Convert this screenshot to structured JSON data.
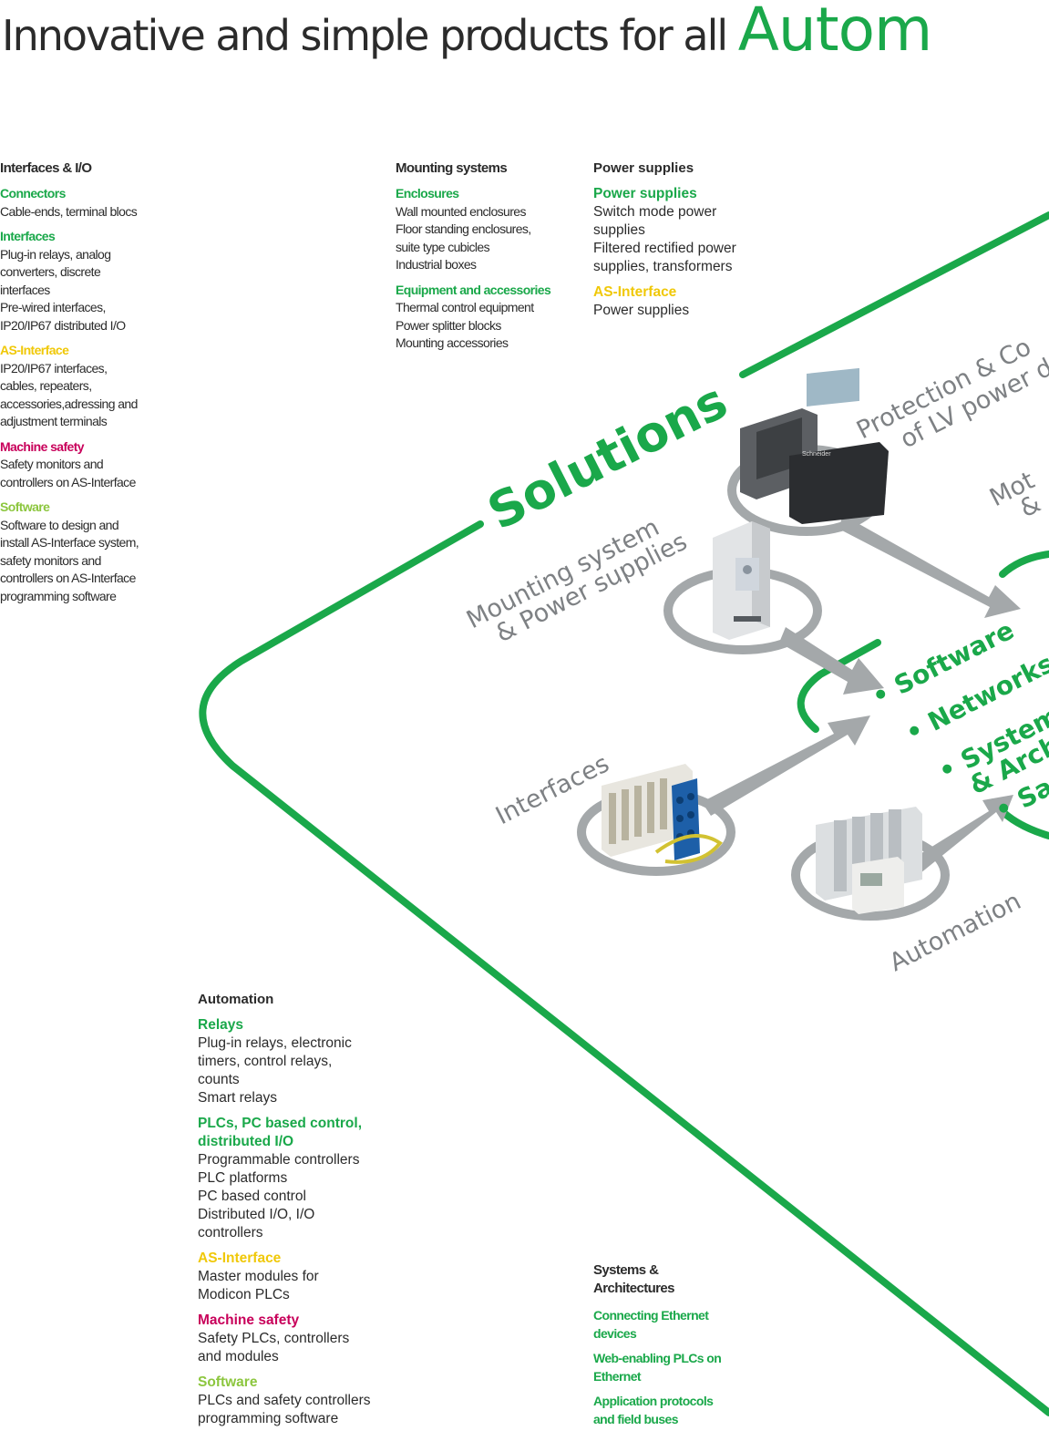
{
  "headline": {
    "text": "Innovative and simple products for all",
    "accent": "Autom"
  },
  "colors": {
    "green": "#1aa84a",
    "yellow": "#f0c808",
    "pink": "#c8005a",
    "lime": "#8cc63e",
    "grey": "#a4a8aa"
  },
  "columns": {
    "interfaces": {
      "title": "Interfaces & I/O",
      "groups": [
        {
          "title": "Connectors",
          "color": "green",
          "lines": [
            "Cable-ends, terminal blocs"
          ]
        },
        {
          "title": "Interfaces",
          "color": "green",
          "lines": [
            "Plug-in relays, analog",
            "converters, discrete",
            "interfaces",
            "Pre-wired interfaces,",
            "IP20/IP67 distributed I/O"
          ]
        },
        {
          "title": "AS-Interface",
          "color": "yellow",
          "lines": [
            "IP20/IP67 interfaces,",
            "cables, repeaters,",
            "accessories,adressing and",
            "adjustment terminals"
          ]
        },
        {
          "title": "Machine safety",
          "color": "pink",
          "lines": [
            "Safety monitors and",
            "controllers on AS-Interface"
          ]
        },
        {
          "title": "Software",
          "color": "lime",
          "lines": [
            "Software to design and",
            "install AS-Interface system,",
            "safety monitors and",
            "controllers on AS-Interface",
            "programming software"
          ]
        }
      ]
    },
    "mounting": {
      "title": "Mounting systems",
      "groups": [
        {
          "title": "Enclosures",
          "color": "green",
          "lines": [
            "Wall mounted enclosures",
            "Floor standing enclosures,",
            "suite type cubicles",
            "Industrial boxes"
          ]
        },
        {
          "title": "Equipment and accessories",
          "color": "green",
          "lines": [
            "Thermal control equipment",
            "Power splitter blocks",
            "Mounting accessories"
          ]
        }
      ]
    },
    "power": {
      "title": "Power supplies",
      "groups": [
        {
          "title": "Power supplies",
          "color": "green",
          "lines": [
            "Switch mode power",
            "supplies",
            "Filtered rectified power",
            "supplies, transformers"
          ]
        },
        {
          "title": "AS-Interface",
          "color": "yellow",
          "lines": [
            "Power supplies"
          ]
        }
      ]
    },
    "automation": {
      "title": "Automation",
      "groups": [
        {
          "title": "Relays",
          "color": "green",
          "lines": [
            "Plug-in relays, electronic",
            "timers, control relays,",
            "counts",
            "Smart relays"
          ]
        },
        {
          "title": "PLCs, PC based control, distributed I/O",
          "color": "green",
          "lines": [
            "Programmable controllers",
            "PLC platforms",
            "PC based control",
            "Distributed I/O, I/O",
            "controllers"
          ]
        },
        {
          "title": "AS-Interface",
          "color": "yellow",
          "lines": [
            "Master modules for",
            "Modicon PLCs"
          ]
        },
        {
          "title": "Machine safety",
          "color": "pink",
          "lines": [
            "Safety PLCs, controllers",
            "and modules"
          ]
        },
        {
          "title": "Software",
          "color": "lime",
          "lines": [
            "PLCs and safety controllers",
            "programming software"
          ]
        }
      ]
    },
    "systems": {
      "title": "Systems & Architectures",
      "groups": [
        {
          "title": "Connecting Ethernet devices",
          "color": "green",
          "lines": []
        },
        {
          "title": "Web-enabling PLCs on Ethernet",
          "color": "green",
          "lines": []
        },
        {
          "title": "Application protocols and field buses",
          "color": "green",
          "lines": []
        }
      ]
    }
  },
  "diagram": {
    "solutions": "Solutions",
    "mounting_1": "Mounting system",
    "mounting_2": "& Power supplies",
    "protection_1": "Protection & Co",
    "protection_2": "of LV power d",
    "motor_1": "Mot",
    "motor_2": "&",
    "interfaces": "Interfaces",
    "automation": "Automation",
    "bullet_software": "• Software",
    "bullet_networks": "• Networks",
    "bullet_systems_1": "• System",
    "bullet_systems_2": "& Arch",
    "bullet_safety": "• Sa",
    "power_meter_brand": "Schneider"
  }
}
